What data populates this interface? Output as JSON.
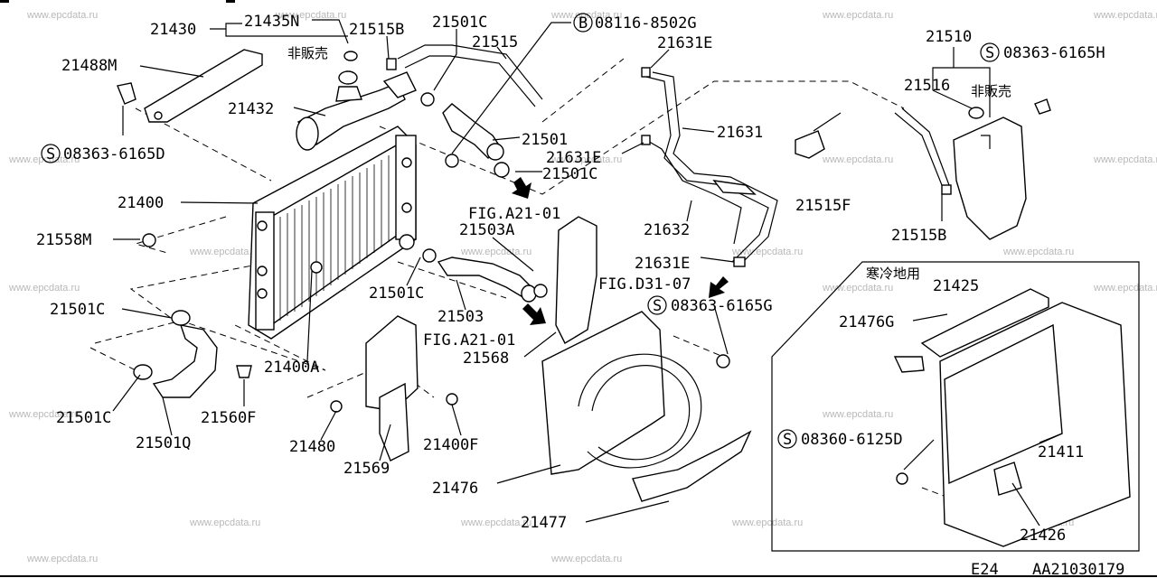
{
  "labels": {
    "p21430": "21430",
    "p21435n": "21435N",
    "p21515b_top": "21515B",
    "p21501c_top": "21501C",
    "p21515": "21515",
    "bolt_08116": "08116-8502G",
    "bolt_08116_prefix": "B",
    "p21631e_top": "21631E",
    "p21510": "21510",
    "screw_6165h": "08363-6165H",
    "screw_prefix_h": "S",
    "p21488m": "21488M",
    "not_sold_1": "非販売",
    "p21516": "21516",
    "not_sold_2": "非販売",
    "p21432": "21432",
    "p21501": "21501",
    "p21631": "21631",
    "screw_6165d": "08363-6165D",
    "screw_prefix_d": "S",
    "p21631e_mid": "21631E",
    "p21501c_mid": "21501C",
    "p21400": "21400",
    "fig_a21_01_top": "FIG.A21-01",
    "p21632": "21632",
    "p21515f": "21515F",
    "p21515b_right": "21515B",
    "p21558m": "21558M",
    "p21503a": "21503A",
    "p21631e_low": "21631E",
    "cold_region": "寒冷地用",
    "fig_d31_07": "FIG.D31-07",
    "p21501c_left": "21501C",
    "p21501c_center": "21501C",
    "p21425": "21425",
    "screw_6165g": "08363-6165G",
    "screw_prefix_g": "S",
    "p21503": "21503",
    "p21476g": "21476G",
    "fig_a21_01_low": "FIG.A21-01",
    "p21400a": "21400A",
    "p21568": "21568",
    "p21501c_bottom": "21501C",
    "p21560f": "21560F",
    "p21501q": "21501Q",
    "screw_6125d": "08360-6125D",
    "screw_prefix_6125": "S",
    "p21480": "21480",
    "p21400f": "21400F",
    "p21411": "21411",
    "p21569": "21569",
    "p21476": "21476",
    "p21477": "21477",
    "p21426": "21426"
  },
  "watermark": "www.epcdata.ru",
  "footer": {
    "model": "E24",
    "code": "AA21030179"
  }
}
